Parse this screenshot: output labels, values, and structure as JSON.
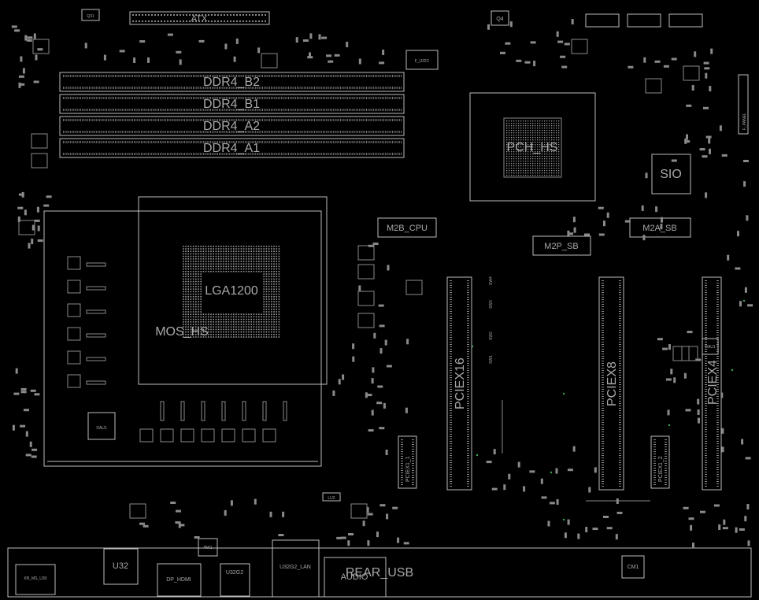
{
  "title": "ATX",
  "colors": {
    "background": "#000000",
    "outline": "#bdbdbd",
    "text": "#a8a8a8",
    "pad": "#8a8a8a",
    "via": "#3fa85a"
  },
  "labels": {
    "atx": "ATX",
    "ddr4_b2": "DDR4_B2",
    "ddr4_b1": "DDR4_B1",
    "ddr4_a2": "DDR4_A2",
    "ddr4_a1": "DDR4_A1",
    "pch": "PCH_HS",
    "sio": "SIO",
    "m2b_cpu": "M2B_CPU",
    "m2p_sb": "M2P_SB",
    "m2a_sb": "M2A_SB",
    "socket": "LGA1200",
    "mos_hs": "MOS_HS",
    "pciex16": "PCIEX16",
    "pciex8": "PCIEX8",
    "pciex4": "PCIEX4",
    "pciex1_1": "PCIEX1_1",
    "pciex1_2": "PCIEX1_2",
    "rear_usb": "REAR_USB",
    "audio": "AUDIO",
    "u32": "U32",
    "u32g2_lan": "U32G2_LAN",
    "u32g2": "U32G2",
    "dp_hdmi": "DP_HDMI",
    "kb_ms_u30": "KB_MS_U30",
    "f_u32c": "F_U32C",
    "q31": "Q31",
    "q4": "Q4",
    "sw1": "SW1",
    "sw2": "SW2",
    "sw3": "SW3",
    "sw4": "SW4",
    "cm1": "CM1",
    "hw1": "HW1",
    "lu2": "LU2",
    "dau1": "DAU1",
    "dau_r": "DAU1",
    "f_panel": "F_PANEL"
  }
}
